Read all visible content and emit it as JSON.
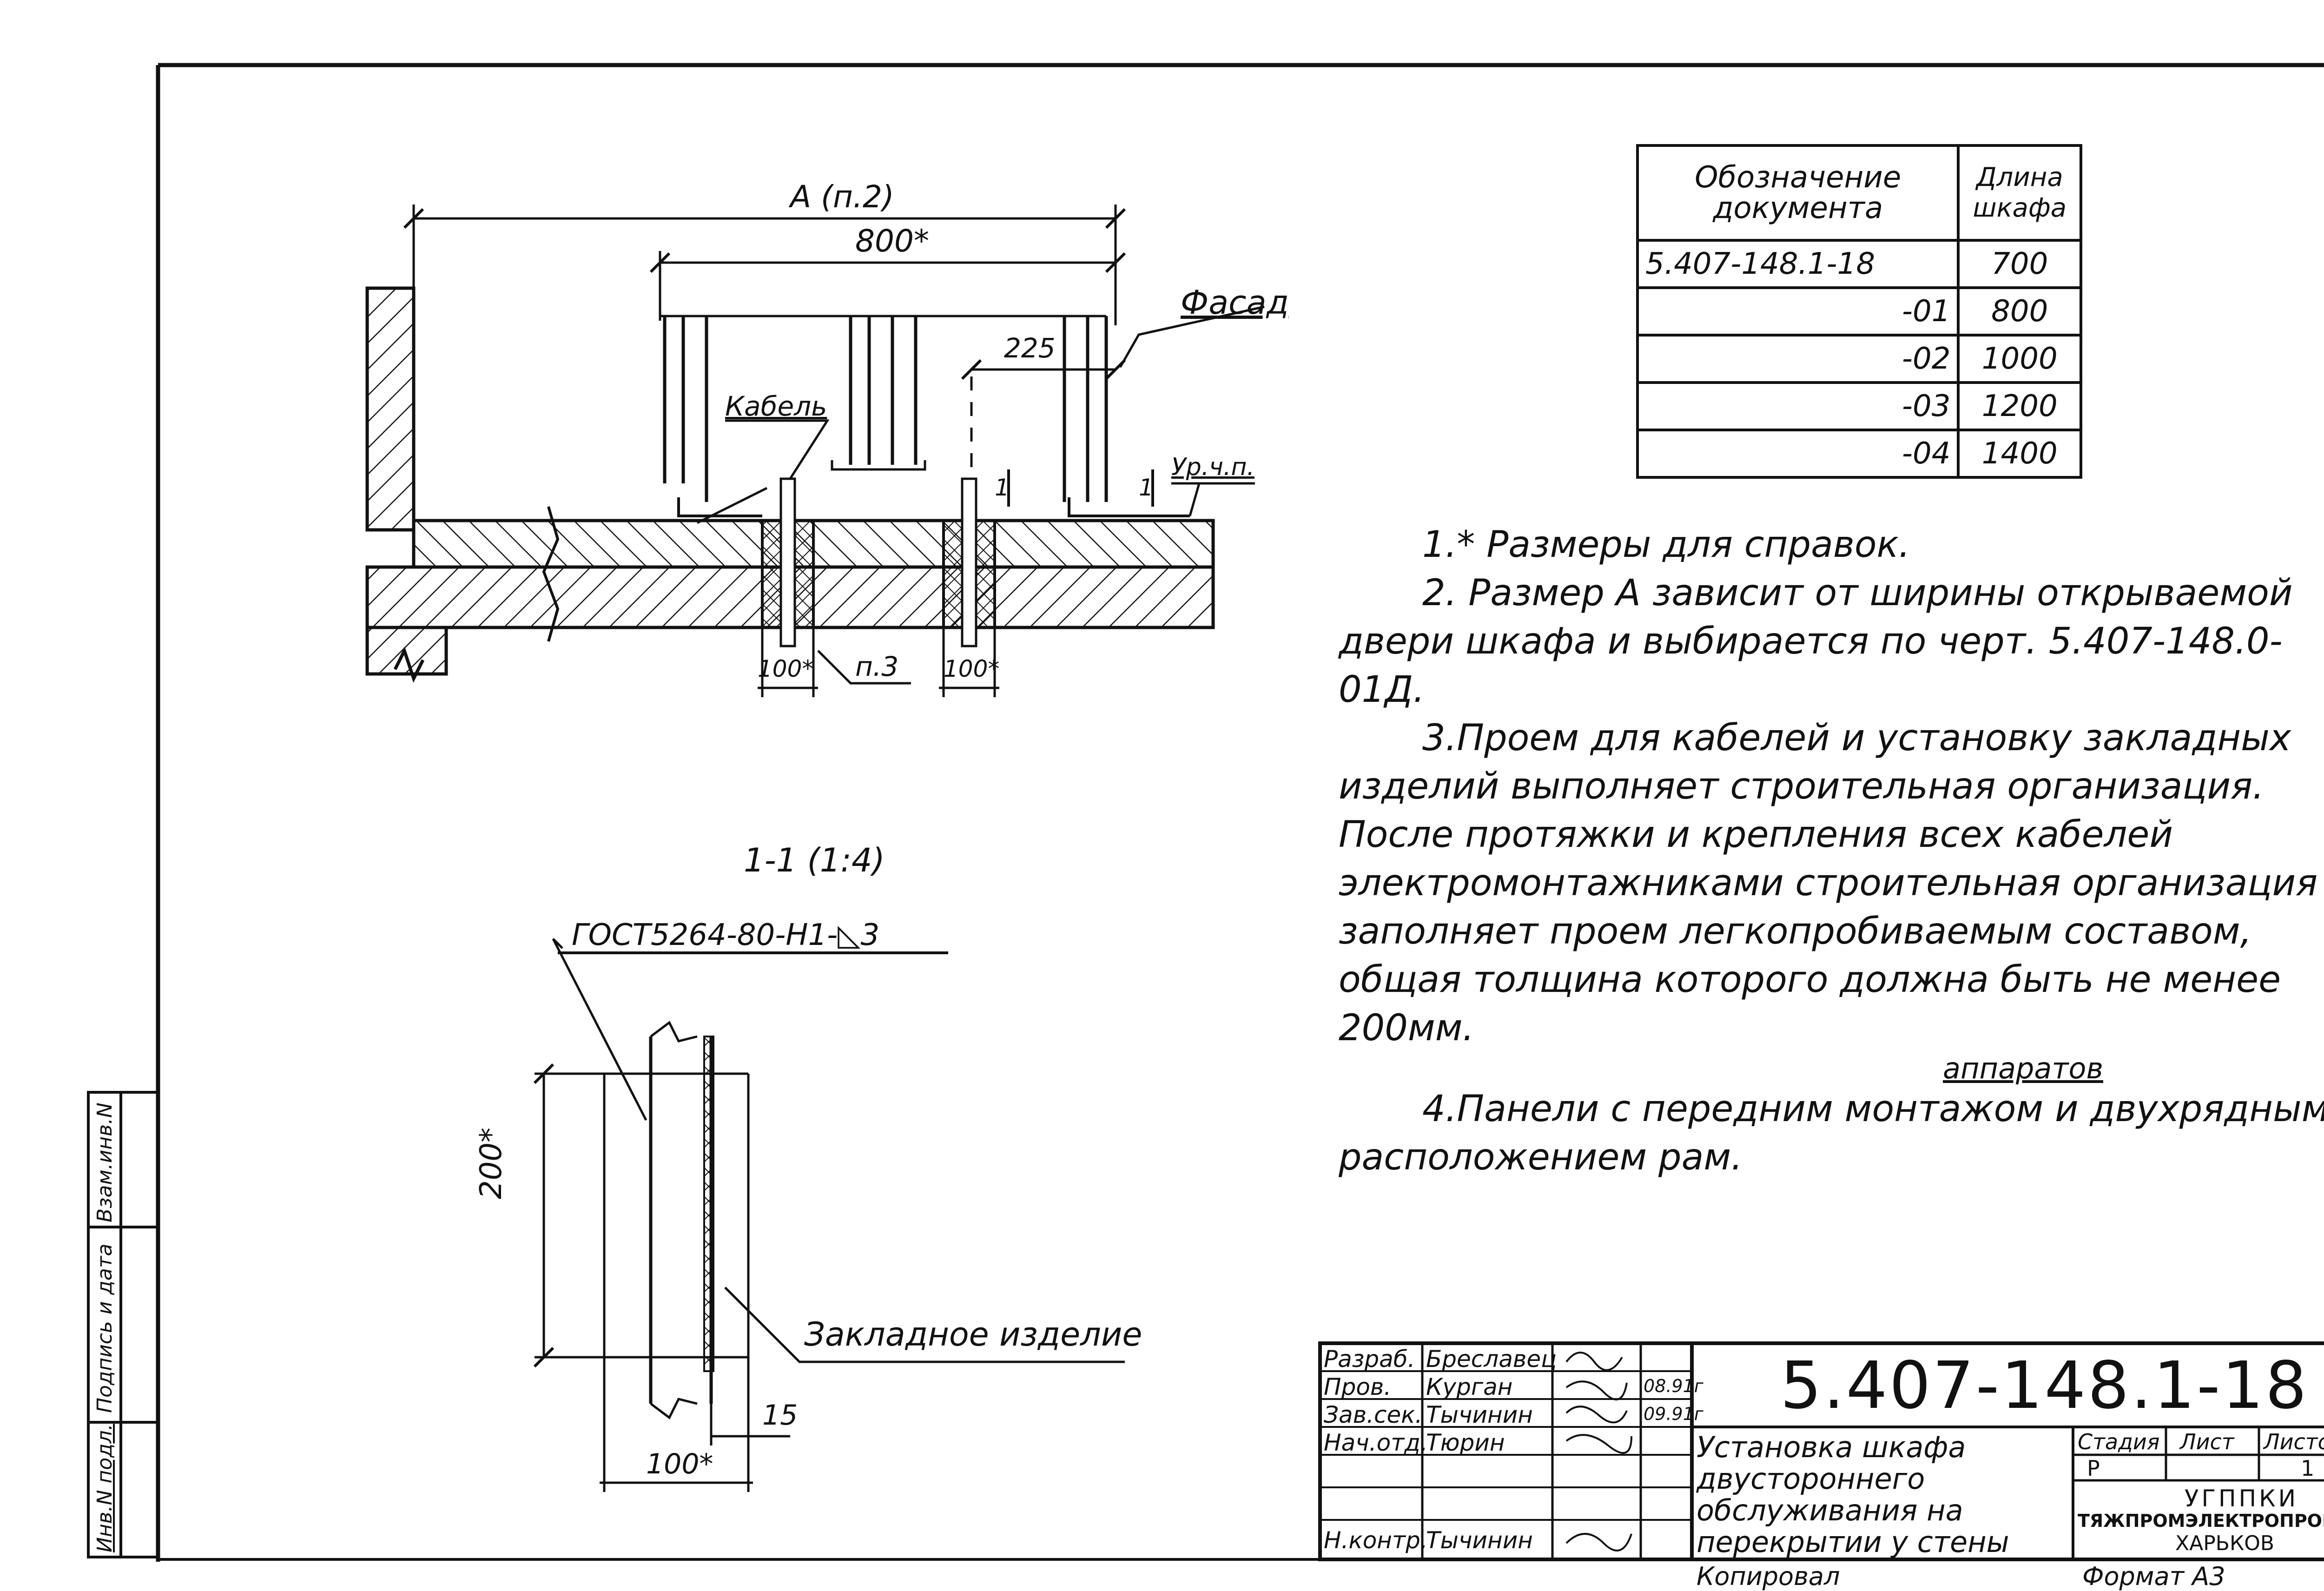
{
  "corner_mark": "|‾·",
  "plan": {
    "dim_a": "А (п.2)",
    "dim_800": "800*",
    "dim_225": "225",
    "label_facade": "Фасад",
    "label_cable": "Кабель",
    "label_floor_level": "Ур.ч.п.",
    "dim_100_left": "100*",
    "label_p3": "п.3",
    "dim_100_right": "100*",
    "cut_mark_left": "1",
    "cut_mark_right": "1"
  },
  "section": {
    "title": "1-1 (1:4)",
    "weld_note": "ГОСТ5264-80-Н1-◺3",
    "dim_200": "200*",
    "label_embedded": "Закладное изделие",
    "dim_15": "15",
    "dim_100": "100*"
  },
  "spec_table": {
    "header_designation": "Обозначение документа",
    "header_length": "Длина шкафа",
    "rows": [
      {
        "designation": "5.407-148.1-18",
        "length": "700"
      },
      {
        "designation": "-01",
        "length": "800"
      },
      {
        "designation": "-02",
        "length": "1000"
      },
      {
        "designation": "-03",
        "length": "1200"
      },
      {
        "designation": "-04",
        "length": "1400"
      }
    ]
  },
  "notes": {
    "n1": "1.* Размеры для справок.",
    "n2": "2. Размер А зависит от ширины открываемой двери шкафа и выбирается по черт. 5.407-148.0-01Д.",
    "n3": "3.Проем для кабелей и установку закладных изделий выполняет строительная организация. После протяжки и крепления всех кабелей электромонтажниками строительная организация заполняет проем легкопробиваемым составом, общая толщина которого должна быть не менее 200мм.",
    "n4_insert": "аппаратов",
    "n4": "4.Панели с передним монтажом и двухрядным расположением рам."
  },
  "side_stamp": {
    "inv": "Инв.N подл.",
    "sign_date": "Подпись и дата",
    "replace": "Взам.инв.N"
  },
  "title_block": {
    "roles": [
      "Разраб.",
      "Пров.",
      "Зав.сек.",
      "Нач.отд.",
      "",
      "",
      "Н.контр."
    ],
    "names": [
      "Бреславец",
      "Курган",
      "Тычинин",
      "Тюрин",
      "",
      "",
      "Тычинин"
    ],
    "dates": [
      "",
      "08.91г",
      "09.91г",
      "",
      "",
      "",
      ""
    ],
    "doc_code": "5.407-148.1-18",
    "title": "Установка шкафа двустороннего обслуживания на перекрытии у стены",
    "stage_label": "Стадия",
    "sheet_label": "Лист",
    "sheets_label": "Листов",
    "stage_value": "Р",
    "sheet_value": "",
    "sheets_value": "1",
    "org_line1": "УГППКИ",
    "org_line2": "ТЯЖПРОМЭЛЕКТРОПРОЕКТ",
    "org_line3": "ХАРЬКОВ"
  },
  "footer": {
    "copied": "Копировал",
    "format": "Формат А3"
  }
}
